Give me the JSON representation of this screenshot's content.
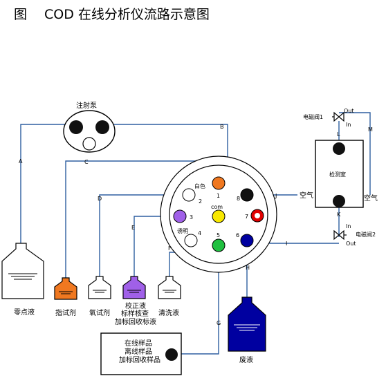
{
  "figure": {
    "fig_label": "图",
    "title": "COD 在线分析仪流路示意图"
  },
  "pump": {
    "label": "注射泵"
  },
  "chamber": {
    "label": "检测室"
  },
  "valve": {
    "label_com": "com",
    "label_white": "白色",
    "label_wash": "诱明",
    "ports": [
      "1",
      "2",
      "3",
      "4",
      "5",
      "6",
      "7",
      "8"
    ]
  },
  "valve_top": {
    "label": "电磁阀1",
    "out": "Out",
    "in": "In"
  },
  "valve_bottom": {
    "label": "电磁阀2",
    "out": "Out",
    "in": "In"
  },
  "air_labels": {
    "left": "空气",
    "right": "空气"
  },
  "line_letters": [
    "A",
    "B",
    "C",
    "D",
    "E",
    "F",
    "G",
    "H",
    "I",
    "J",
    "K",
    "L",
    "M"
  ],
  "bottles": {
    "zero": "零点液",
    "indicator": "指试剂",
    "oxidant": "氧试剂",
    "calib_1": "校正液",
    "calib_2": "标样核查",
    "calib_3": "加标回收标液",
    "clean": "清洗液",
    "waste": "废液"
  },
  "sample_box": {
    "line1": "在线样品",
    "line2": "离线样品",
    "line3": "加标回收样品"
  },
  "colors": {
    "pipe": "#2e5fa0",
    "orange": "#f07820",
    "purple": "#a060e8",
    "yellow": "#f8e800",
    "green": "#20c040",
    "navy": "#0000a0",
    "red": "#e00000",
    "black": "#111111"
  }
}
